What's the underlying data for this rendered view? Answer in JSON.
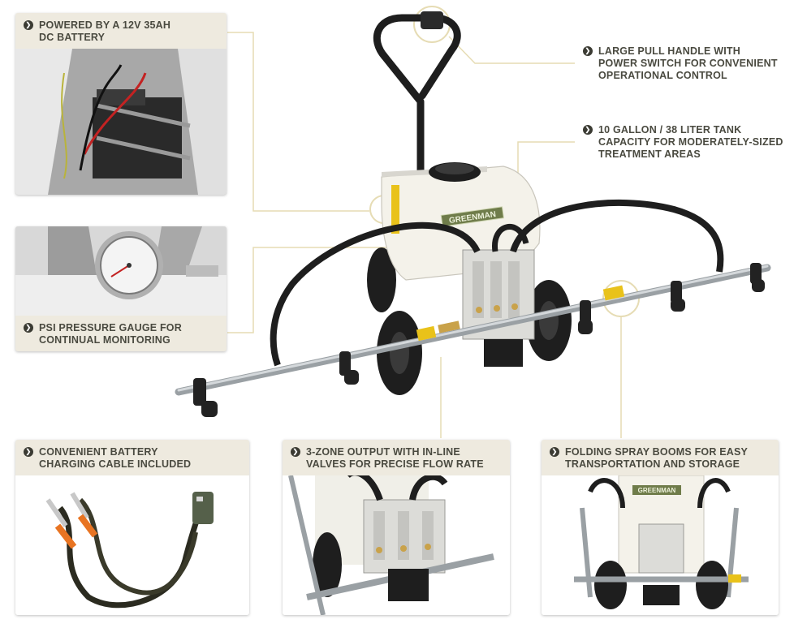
{
  "features": {
    "battery": "POWERED BY A 12V 35AH\nDC BATTERY",
    "gauge": "PSI PRESSURE GAUGE FOR\nCONTINUAL MONITORING",
    "charger": "CONVENIENT BATTERY\nCHARGING CABLE INCLUDED",
    "zones": "3-ZONE OUTPUT WITH IN-LINE\nVALVES FOR PRECISE FLOW RATE",
    "booms": "FOLDING SPRAY BOOMS FOR EASY\nTRANSPORTATION AND STORAGE",
    "handle": "LARGE PULL HANDLE WITH\nPOWER SWITCH FOR CONVENIENT\nOPERATIONAL CONTROL",
    "tank": "10 GALLON / 38 LITER TANK\nCAPACITY FOR MODERATELY-SIZED\nTREATMENT AREAS"
  },
  "brand": {
    "logo_text": "GREENMAN"
  },
  "colors": {
    "card_bg": "#eeeadf",
    "connector": "#e6dcb4",
    "label_text": "#4a4a40",
    "tank": "#f4f2ea",
    "hose": "#1e1e1e",
    "boom": "#b8bcbf",
    "nozzle": "#222222",
    "accent": "#e9c21a"
  },
  "icons": {
    "bullet": "chevron-right-circle-icon"
  }
}
